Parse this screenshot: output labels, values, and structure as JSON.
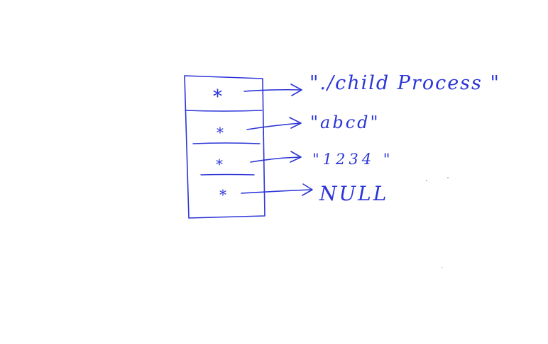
{
  "diagram": {
    "ink_color": "#2b35d6",
    "cells": [
      {
        "symbol": "*",
        "target": "\"./child Process \""
      },
      {
        "symbol": "*",
        "target": "\"abcd\""
      },
      {
        "symbol": "*",
        "target": "\"1234 \""
      },
      {
        "symbol": "*",
        "target": "NULL"
      }
    ]
  }
}
